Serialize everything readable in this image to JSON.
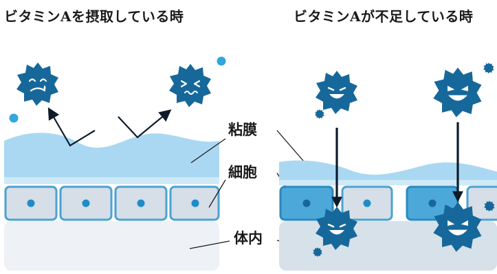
{
  "titles": {
    "left": "ビタミンAを摂取している時",
    "right": "ビタミンAが不足している時"
  },
  "labels": {
    "mucosa": "粘膜",
    "cell": "細胞",
    "body_interior": "体内"
  },
  "icons": {
    "germ": "germ-icon",
    "arrow": "arrow-icon",
    "particle": "dot-icon"
  },
  "colors": {
    "mucosa": "#aad8f2",
    "cell_fill": "#d6dee7",
    "cell_border": "#4aa2d1",
    "damaged_cell": "#4ba8d9",
    "nucleus": "#1e8cc7",
    "body_left": "#eef1f5",
    "body_right": "#d7e1ea",
    "germ": "#16689a",
    "arrow": "#0d1b2a"
  }
}
